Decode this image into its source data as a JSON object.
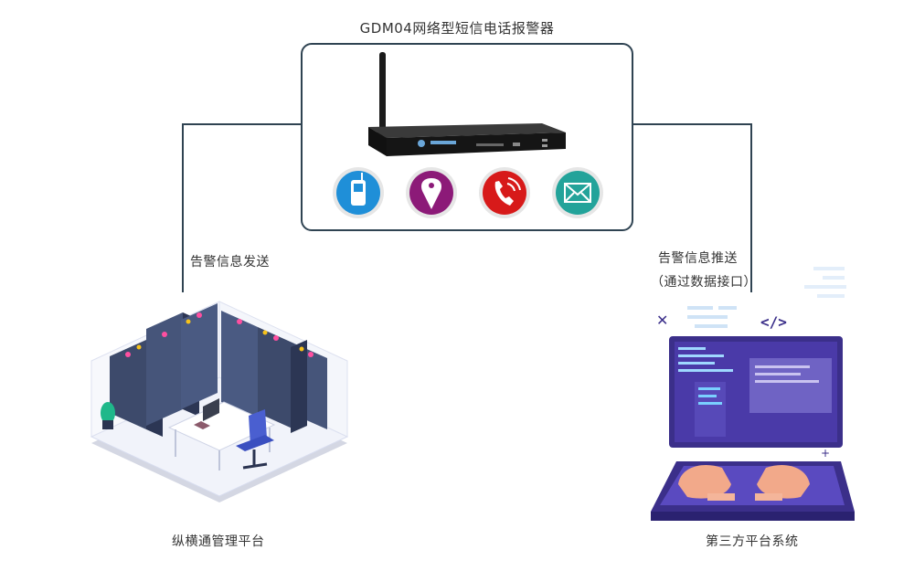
{
  "device_title": "GDM04网络型短信电话报警器",
  "left_flow_label": "告警信息发送",
  "right_flow_label": "告警信息推送",
  "right_flow_sublabel": "（通过数据接口）",
  "left_platform_label": "纵横通管理平台",
  "right_platform_label": "第三方平台系统",
  "icons": [
    {
      "name": "mobile-phone-icon",
      "color": "#1f8fd8"
    },
    {
      "name": "location-pin-icon",
      "color": "#8c1a78"
    },
    {
      "name": "telephone-icon",
      "color": "#d71a1a"
    },
    {
      "name": "envelope-icon",
      "color": "#23a39a"
    }
  ],
  "colors": {
    "connector": "#2f4352",
    "server": "#3d4a6b",
    "monitor": "#3b2f8a"
  }
}
